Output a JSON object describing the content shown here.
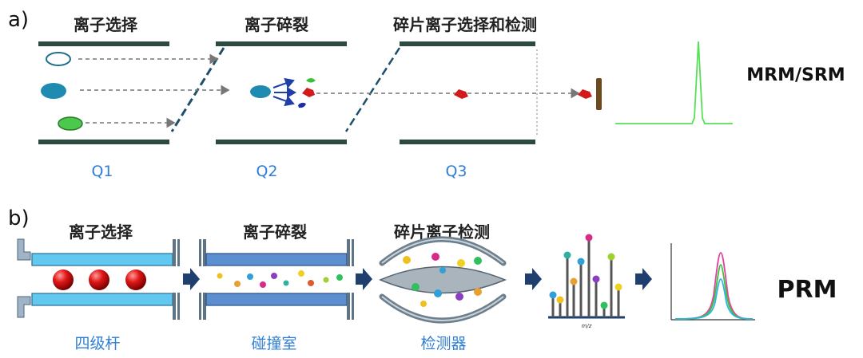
{
  "panel_a": {
    "label": "a)",
    "stages": [
      {
        "title": "离子选择",
        "caption": "Q1"
      },
      {
        "title": "离子碎裂",
        "caption": "Q2"
      },
      {
        "title": "碎片离子选择和检测",
        "caption": "Q3"
      }
    ],
    "method": "MRM/SRM"
  },
  "panel_b": {
    "label": "b)",
    "stages": [
      {
        "title": "离子选择",
        "caption": "四级杆"
      },
      {
        "title": "离子碎裂",
        "caption": "碰撞室"
      },
      {
        "title": "碎片离子检测",
        "caption": "检测器"
      }
    ],
    "spectrum_axis_label": "m/z",
    "method": "PRM"
  },
  "colors": {
    "electrode": "#2d4a3e",
    "caption_blue": "#2f7fd6",
    "ion_teal": "#1f8bb0",
    "ion_green": "#4cc94c",
    "fragment_red": "#d11a1a",
    "peak_green": "#55e055",
    "chamber_blue": "#5b8fd0",
    "quad_blue": "#63c8f0",
    "arrow_navy": "#1f3f6e"
  }
}
